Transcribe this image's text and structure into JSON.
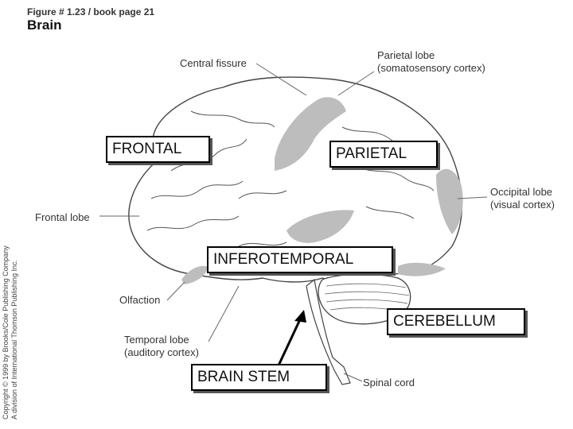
{
  "header": {
    "figure_ref": "Figure # 1.23 / book page 21",
    "title": "Brain"
  },
  "labels": {
    "central_fissure": "Central fissure",
    "parietal_lobe_1": "Parietal lobe",
    "parietal_lobe_2": "(somatosensory cortex)",
    "occipital_lobe_1": "Occipital lobe",
    "occipital_lobe_2": "(visual cortex)",
    "frontal_lobe": "Frontal lobe",
    "olfaction": "Olfaction",
    "temporal_lobe_1": "Temporal lobe",
    "temporal_lobe_2": "(auditory cortex)",
    "spinal_cord": "Spinal cord"
  },
  "boxes": {
    "frontal": "FRONTAL",
    "parietal": "PARIETAL",
    "inferotemporal": "INFEROTEMPORAL",
    "cerebellum": "CEREBELLUM",
    "brain_stem": "BRAIN STEM"
  },
  "copyright": {
    "line1": "Copyright © 1999 by Brooks/Cole Publishing Company",
    "line2": "A division of International Thomson Publishing Inc."
  },
  "colors": {
    "highlight": "#bdbdbd",
    "outline": "#444444"
  }
}
